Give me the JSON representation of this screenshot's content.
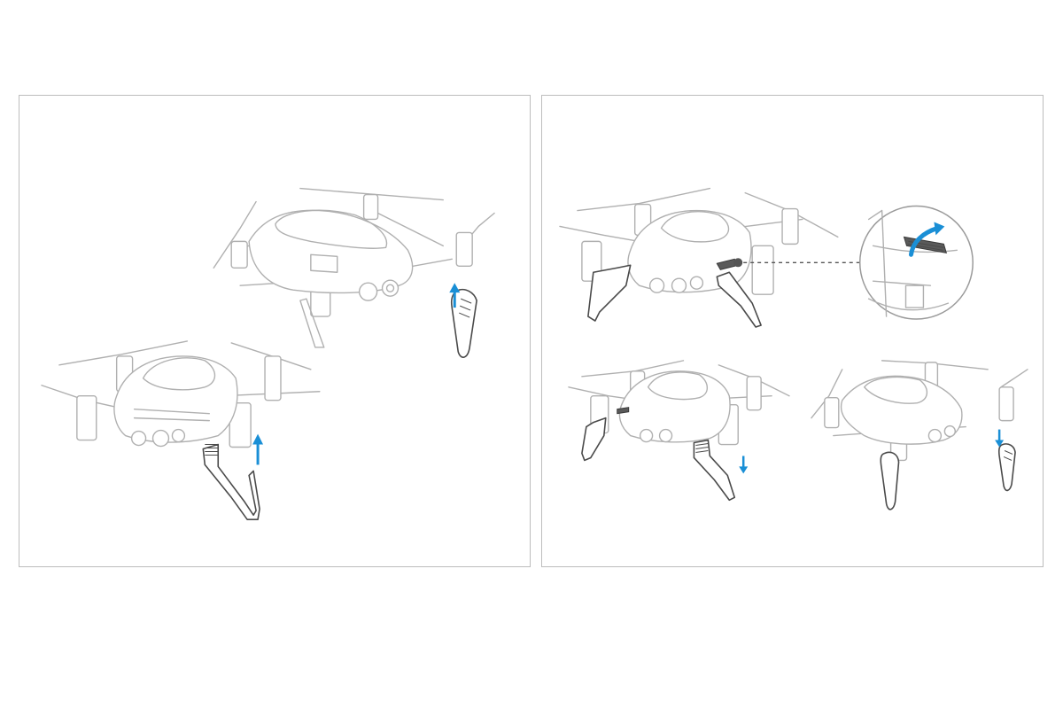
{
  "figure": {
    "panels": [
      {
        "id": "install",
        "steps": 2
      },
      {
        "id": "remove",
        "steps": 3,
        "has_detail_callout": true
      }
    ],
    "colors": {
      "arrow": "#1a8fd6",
      "outline_light": "#b0b0b0",
      "outline_dark": "#4a4a4a",
      "panel_border": "#bdbdbd",
      "background": "#ffffff",
      "callout_dot": "#555555"
    },
    "icons": [
      "drone-illustration",
      "landing-gear",
      "arrow-up",
      "arrow-down",
      "curved-arrow",
      "magnifier-callout"
    ]
  }
}
